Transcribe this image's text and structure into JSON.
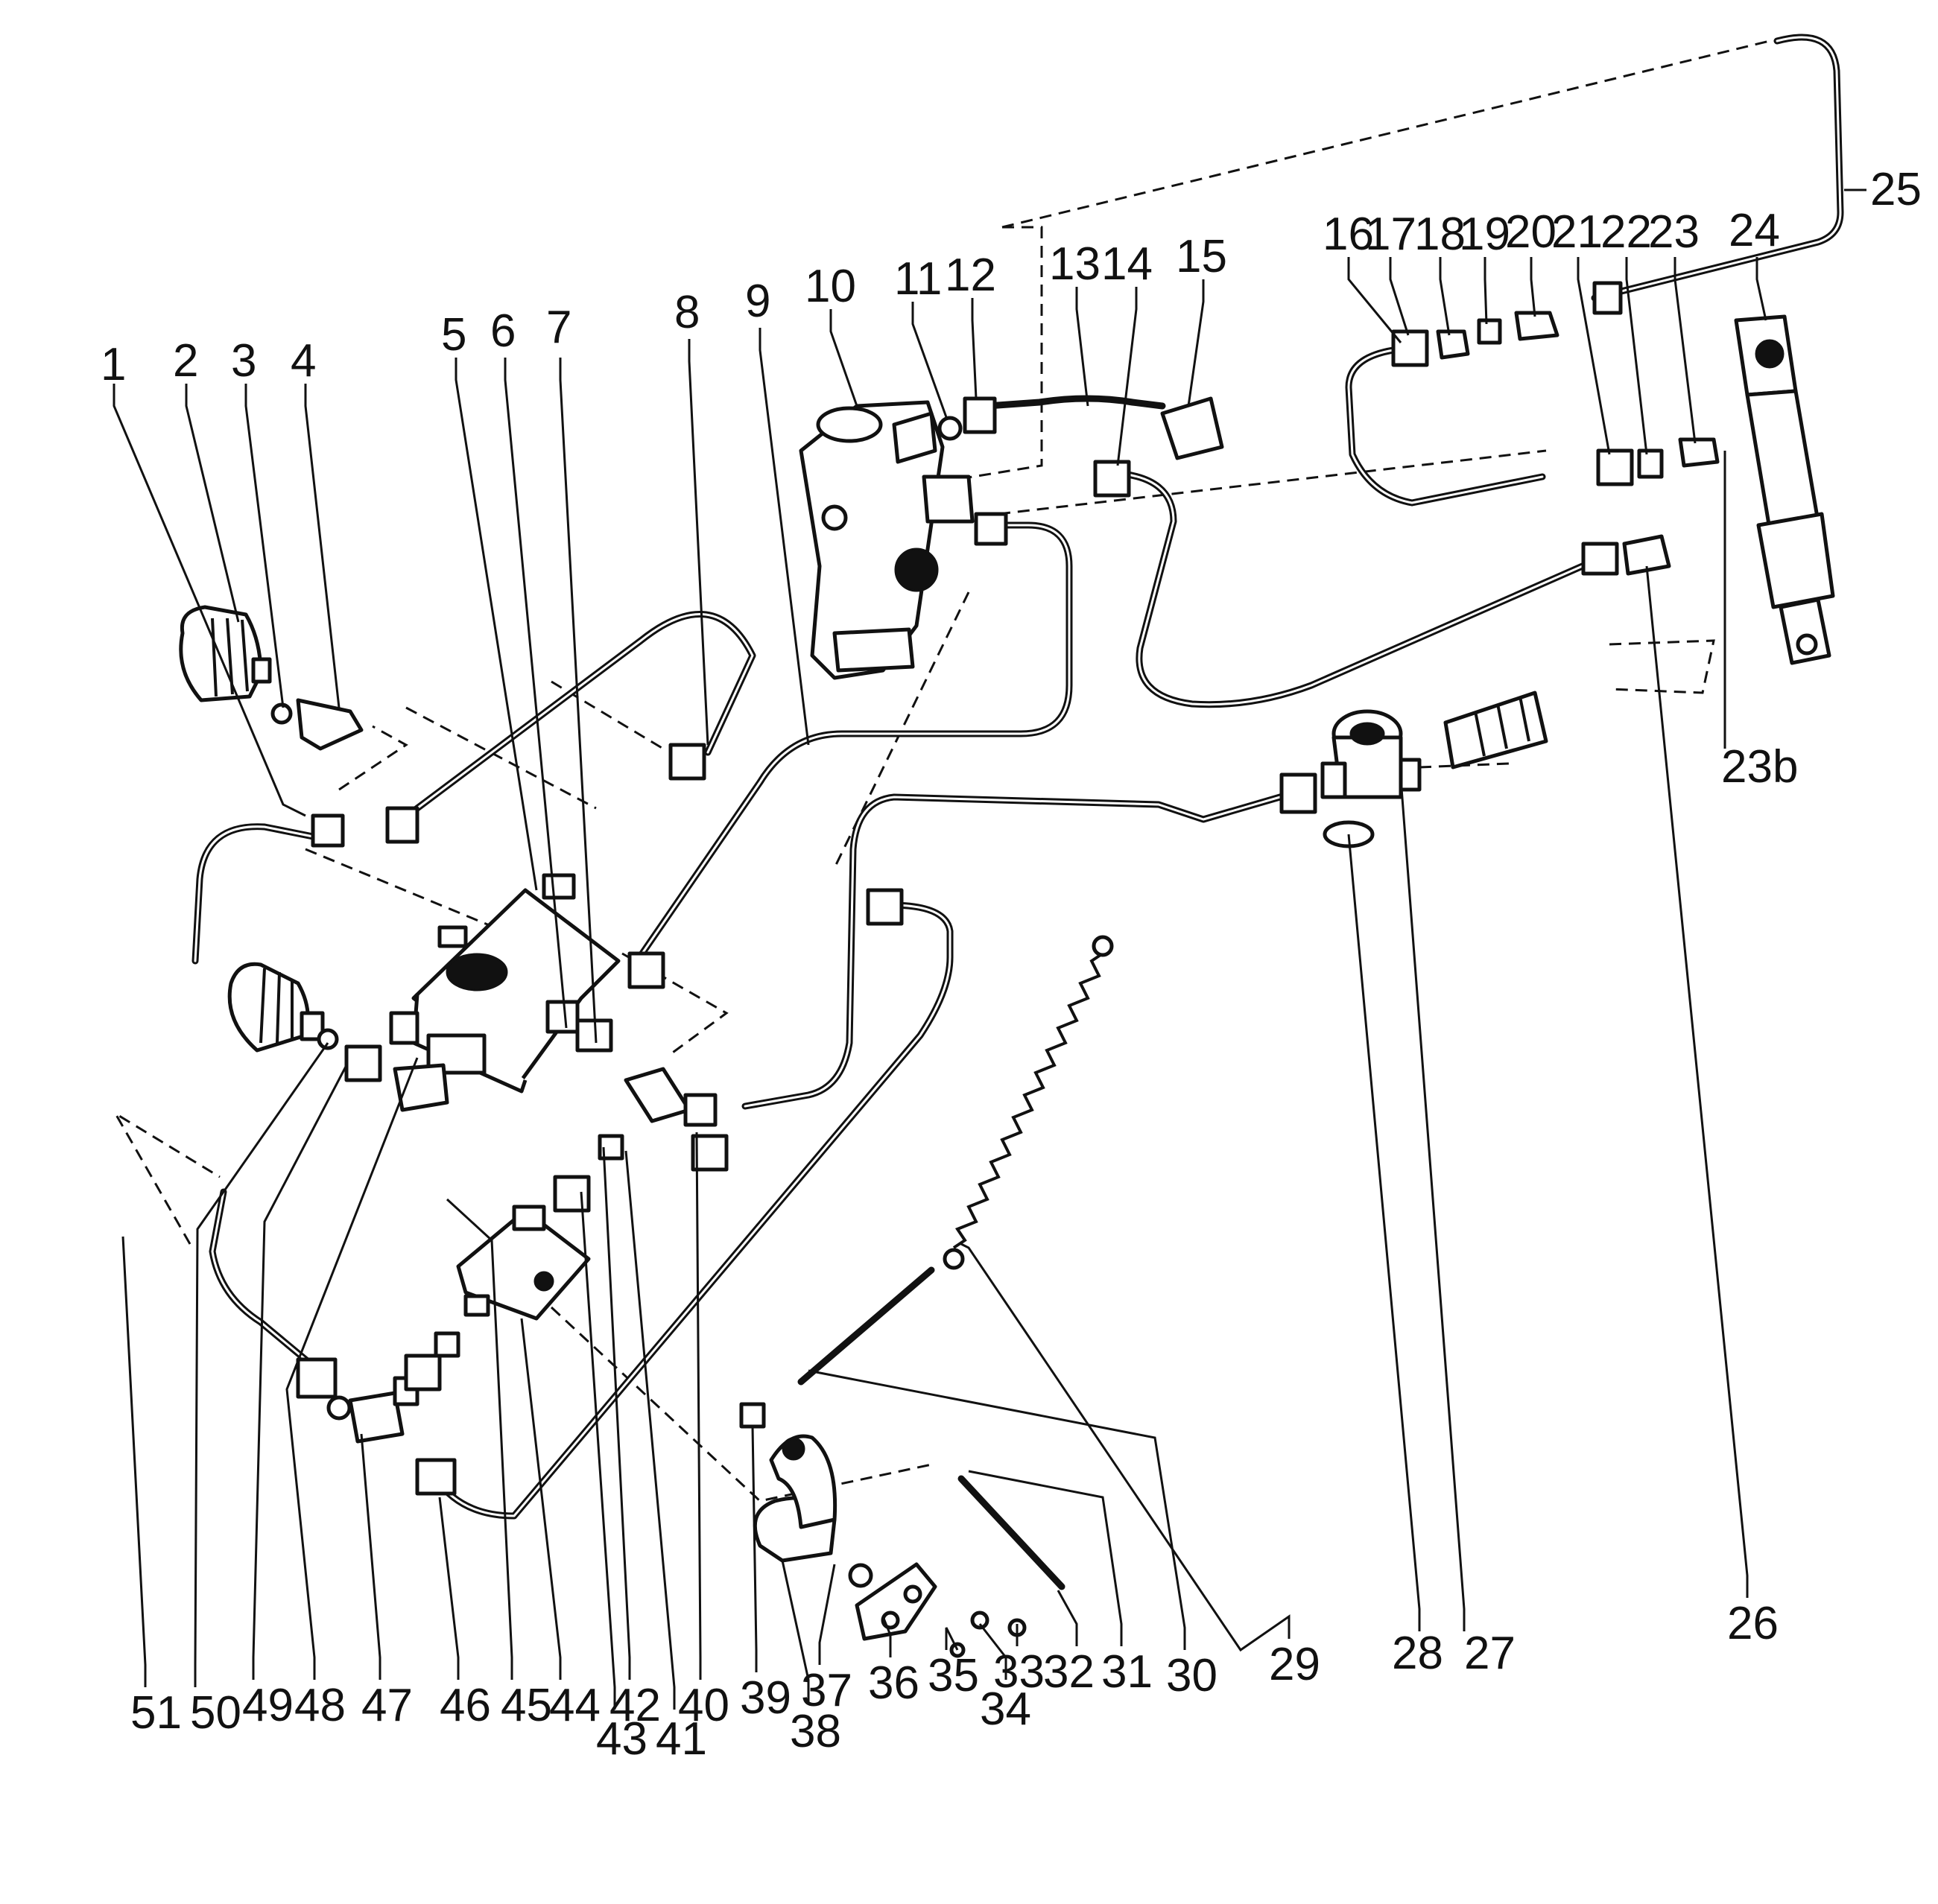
{
  "callouts": [
    {
      "id": "c1",
      "text": "1"
    },
    {
      "id": "c2",
      "text": "2"
    },
    {
      "id": "c3",
      "text": "3"
    },
    {
      "id": "c4",
      "text": "4"
    },
    {
      "id": "c5",
      "text": "5"
    },
    {
      "id": "c6",
      "text": "6"
    },
    {
      "id": "c7",
      "text": "7"
    },
    {
      "id": "c8",
      "text": "8"
    },
    {
      "id": "c9",
      "text": "9"
    },
    {
      "id": "c10",
      "text": "10"
    },
    {
      "id": "c11",
      "text": "11"
    },
    {
      "id": "c12",
      "text": "12"
    },
    {
      "id": "c13",
      "text": "13"
    },
    {
      "id": "c14",
      "text": "14"
    },
    {
      "id": "c15",
      "text": "15"
    },
    {
      "id": "c16",
      "text": "16"
    },
    {
      "id": "c17",
      "text": "17"
    },
    {
      "id": "c18",
      "text": "18"
    },
    {
      "id": "c19",
      "text": "19"
    },
    {
      "id": "c20",
      "text": "20"
    },
    {
      "id": "c21",
      "text": "21"
    },
    {
      "id": "c22",
      "text": "22"
    },
    {
      "id": "c23",
      "text": "23"
    },
    {
      "id": "c24",
      "text": "24"
    },
    {
      "id": "c25",
      "text": "25"
    },
    {
      "id": "c23b",
      "text": "23b"
    },
    {
      "id": "c26",
      "text": "26"
    },
    {
      "id": "c27",
      "text": "27"
    },
    {
      "id": "c28",
      "text": "28"
    },
    {
      "id": "c29",
      "text": "29"
    },
    {
      "id": "c30",
      "text": "30"
    },
    {
      "id": "c31",
      "text": "31"
    },
    {
      "id": "c32",
      "text": "32"
    },
    {
      "id": "c33",
      "text": "33"
    },
    {
      "id": "c34",
      "text": "34"
    },
    {
      "id": "c35",
      "text": "35"
    },
    {
      "id": "c36",
      "text": "36"
    },
    {
      "id": "c37",
      "text": "37"
    },
    {
      "id": "c38",
      "text": "38"
    },
    {
      "id": "c39",
      "text": "39"
    },
    {
      "id": "c40",
      "text": "40"
    },
    {
      "id": "c41",
      "text": "41"
    },
    {
      "id": "c42",
      "text": "42"
    },
    {
      "id": "c43",
      "text": "43"
    },
    {
      "id": "c44",
      "text": "44"
    },
    {
      "id": "c45",
      "text": "45"
    },
    {
      "id": "c46",
      "text": "46"
    },
    {
      "id": "c47",
      "text": "47"
    },
    {
      "id": "c48",
      "text": "48"
    },
    {
      "id": "c49",
      "text": "49"
    },
    {
      "id": "c50",
      "text": "50"
    },
    {
      "id": "c51",
      "text": "51"
    }
  ]
}
